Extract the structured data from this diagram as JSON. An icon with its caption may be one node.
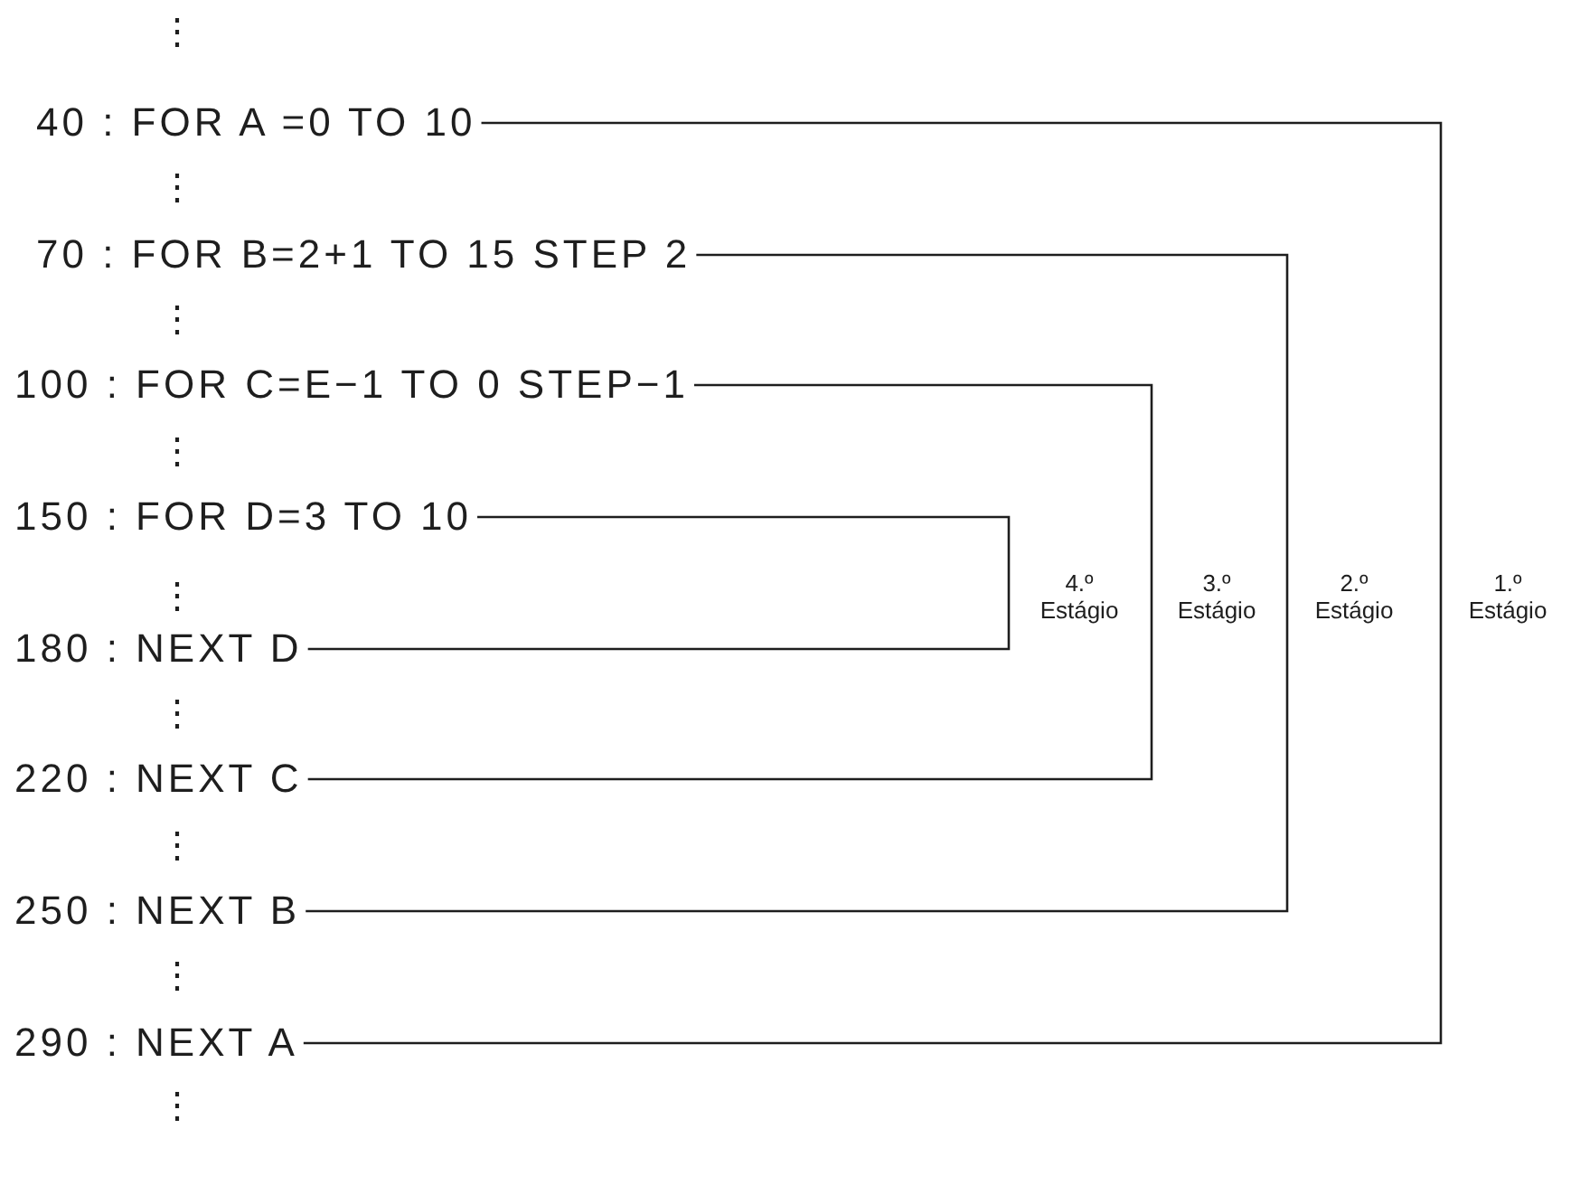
{
  "diagram": {
    "nodes": [
      {
        "text": [
          "40 : FOR A =0 TO 10"
        ]
      },
      {
        "text": [
          "70 : FOR B=2+1 TO 15 STEP 2"
        ]
      },
      {
        "text": [
          "100 : FOR C=E−1 TO 0 STEP−1"
        ]
      },
      {
        "text": [
          "150 : FOR D=3 TO 10"
        ]
      },
      {
        "text": [
          "180 : NEXT D"
        ]
      },
      {
        "text": [
          "220 : NEXT C"
        ]
      },
      {
        "text": [
          "250 : NEXT B"
        ]
      },
      {
        "text": [
          "290 : NEXT A"
        ]
      }
    ],
    "edges": [
      {
        "from": 3,
        "to": 4,
        "arrow": "none"
      },
      {
        "from": 2,
        "to": 5,
        "arrow": "none"
      },
      {
        "from": 1,
        "to": 6,
        "arrow": "none"
      },
      {
        "from": 0,
        "to": 7,
        "arrow": "none"
      }
    ],
    "labels": [
      "⋮",
      "⋮",
      "⋮",
      "⋮",
      "⋮",
      "4.º Estágio",
      "3.º Estágio",
      "2.º Estágio",
      "1.º Estágio",
      "⋮",
      "⋮",
      "⋮",
      "⋮"
    ]
  }
}
